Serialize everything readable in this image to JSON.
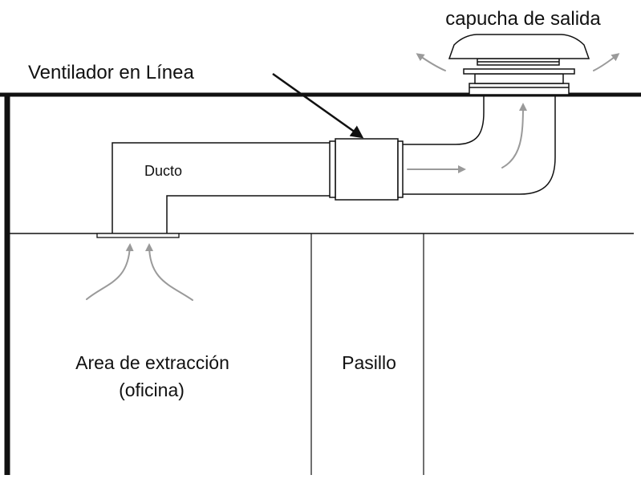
{
  "labels": {
    "exhaust_hood": "capucha de salida",
    "inline_fan": "Ventilador en Línea",
    "duct": "Ducto",
    "exhaust_area_line1": "Area de extracción",
    "exhaust_area_line2": "(oficina)",
    "hallway": "Pasillo"
  },
  "colors": {
    "line": "#111111",
    "airflow_arrow": "#9a9a9a",
    "background": "#ffffff"
  }
}
